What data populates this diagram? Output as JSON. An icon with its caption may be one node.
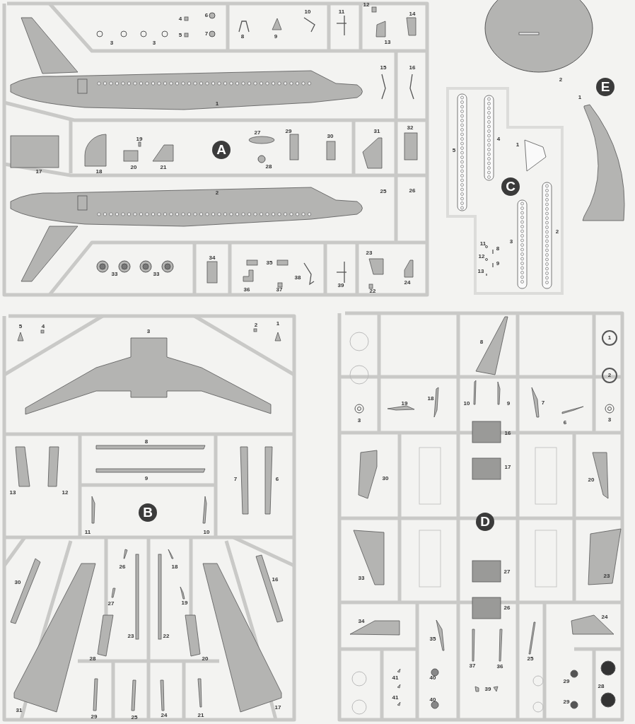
{
  "diagram": {
    "nodes": [
      {
        "text": [
          "A"
        ]
      },
      {
        "text": [
          "E"
        ]
      },
      {
        "text": [
          "C"
        ]
      },
      {
        "text": [
          "B"
        ]
      },
      {
        "text": [
          "D"
        ]
      }
    ],
    "labels": [
      "4",
      "6",
      "10",
      "11",
      "12",
      "14",
      "3",
      "3",
      "5",
      "7",
      "8",
      "9",
      "13",
      "15",
      "16",
      "1",
      "19",
      "27",
      "29",
      "30",
      "31",
      "32",
      "17",
      "18",
      "20",
      "21",
      "28",
      "2",
      "25",
      "26",
      "34",
      "35",
      "23",
      "33",
      "33",
      "38",
      "39",
      "24",
      "36",
      "37",
      "22",
      "2",
      "1",
      "5",
      "4",
      "1",
      "11",
      "8",
      "3",
      "2",
      "12",
      "9",
      "13",
      "5",
      "4",
      "3",
      "2",
      "1",
      "8",
      "9",
      "7",
      "6",
      "13",
      "12",
      "11",
      "10",
      "26",
      "18",
      "30",
      "16",
      "27",
      "19",
      "23",
      "22",
      "28",
      "20",
      "31",
      "17",
      "29",
      "25",
      "24",
      "21",
      "8",
      "1",
      "2",
      "19",
      "18",
      "10",
      "9",
      "7",
      "3",
      "6",
      "3",
      "16",
      "17",
      "30",
      "20",
      "33",
      "27",
      "23",
      "26",
      "34",
      "24",
      "35",
      "37",
      "36",
      "25",
      "41",
      "40",
      "39",
      "29",
      "28",
      "41",
      "40",
      "29"
    ]
  }
}
